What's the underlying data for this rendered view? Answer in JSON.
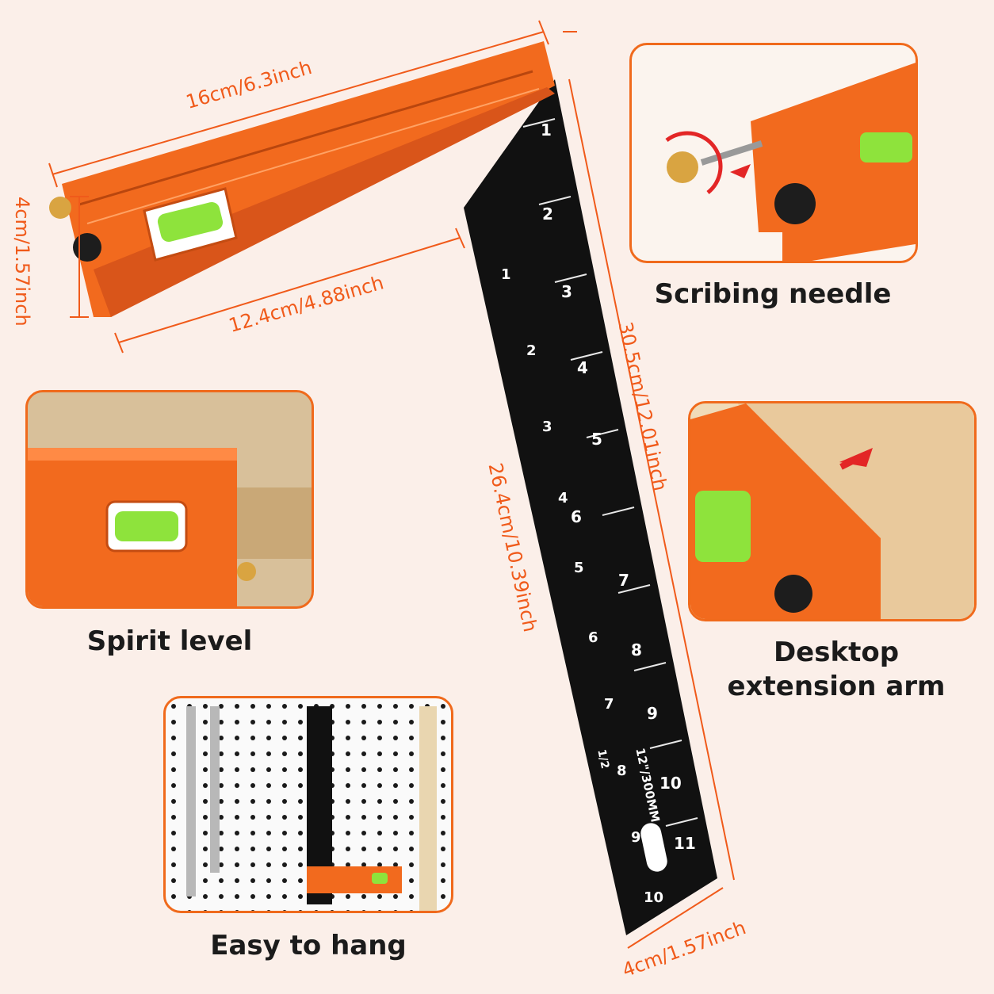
{
  "colors": {
    "accent": "#f05a1a",
    "blade": "#111111",
    "stock": "#f26a1e",
    "vial": "#8ee33c",
    "brass": "#d9a441"
  },
  "dimensions": {
    "stock_length": "16cm/6.3inch",
    "stock_height": "4cm/1.57inch",
    "stock_inner": "12.4cm/4.88inch",
    "blade_outer": "30.5cm/12.01inch",
    "blade_inner": "26.4cm/10.39inch",
    "blade_width": "4cm/1.57inch"
  },
  "blade": {
    "marking": "12\"/300MM",
    "ruler_numbers": [
      "1",
      "2",
      "3",
      "4",
      "5",
      "6",
      "7",
      "8",
      "9",
      "10",
      "11"
    ],
    "inner_numbers": [
      "1",
      "2",
      "3",
      "4",
      "5",
      "6",
      "7",
      "8",
      "9",
      "10"
    ],
    "fraction": "1/2"
  },
  "features": {
    "scribing": "Scribing needle",
    "spirit": "Spirit level",
    "desktop_line1": "Desktop",
    "desktop_line2": "extension arm",
    "hang": "Easy to hang"
  }
}
